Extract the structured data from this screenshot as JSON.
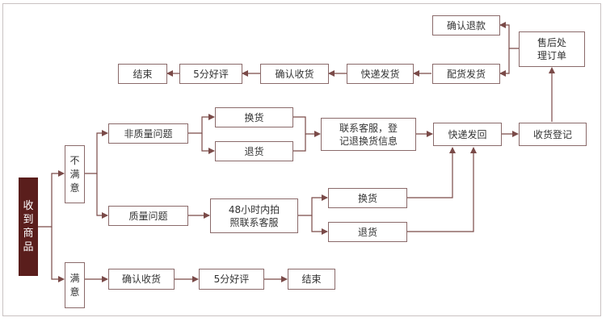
{
  "colors": {
    "line": "#7a4a48",
    "root_fill": "#5a1e1c",
    "root_text": "#ffffff",
    "border": "#8a6a6a",
    "frame": "#c9c2c2"
  },
  "nodes": {
    "receive": "收\n到\n商\n品",
    "unsatisfied": "不\n满\n意",
    "satisfied": "满\n意",
    "non_quality": "非质量问题",
    "quality": "质量问题",
    "exchange_nq": "换货",
    "return_nq": "退货",
    "contact_register": "联系客服，登\n记退换货信息",
    "contact_48h": "48小时内拍\n照联系客服",
    "exchange_q": "换货",
    "return_q": "退货",
    "express_return": "快递发回",
    "receipt_register": "收货登记",
    "after_sales": "售后处\n理订单",
    "confirm_refund": "确认退款",
    "ship_items": "配货发货",
    "express_ship": "快递发货",
    "confirm_receipt_top": "确认收货",
    "rating_top": "5分好评",
    "end_top": "结束",
    "confirm_receipt_bottom": "确认收货",
    "rating_bottom": "5分好评",
    "end_bottom": "结束"
  }
}
